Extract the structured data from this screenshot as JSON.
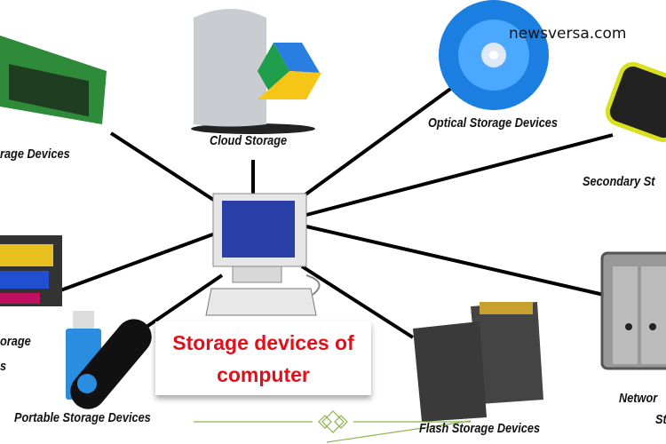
{
  "watermark": "newsversa.com",
  "title": {
    "line1": "Storage devices of",
    "line2": "computer"
  },
  "labels": {
    "primary": "rage Devices",
    "cloud": "Cloud Storage",
    "optical": "Optical Storage Devices",
    "secondary": "Secondary St",
    "tape_1": "orage",
    "tape_2": "s",
    "portable": "Portable Storage Devices",
    "flash": "Flash Storage Devices",
    "network_1": "Networ",
    "network_2": "St"
  },
  "colors": {
    "title": "#e0101a",
    "connector": "#000000",
    "accent_line": "#8ab34a"
  }
}
